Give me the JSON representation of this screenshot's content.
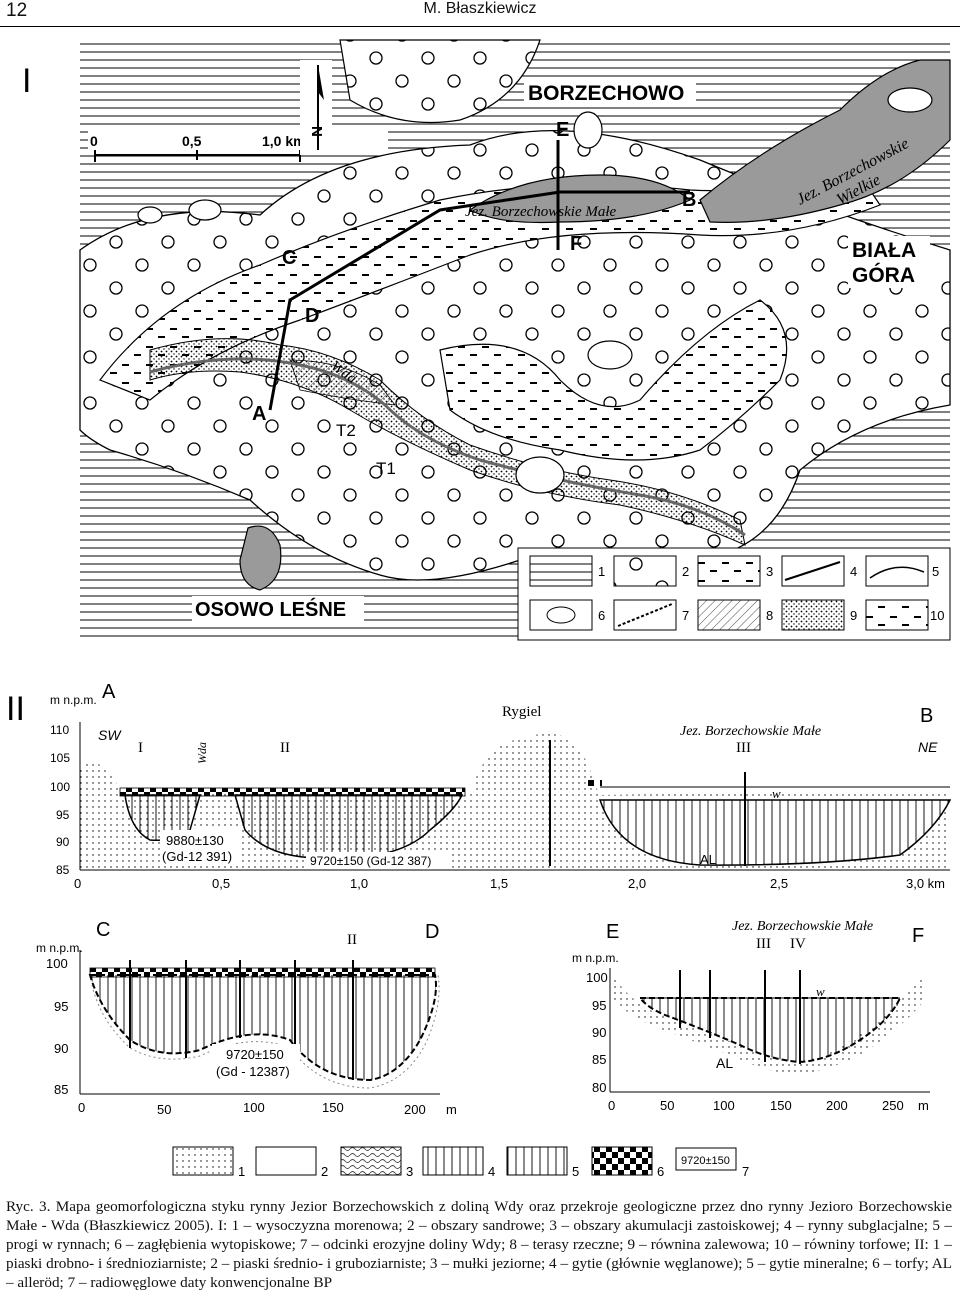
{
  "header": {
    "page_number": "12",
    "running_head": "M. Błaszkiewicz"
  },
  "panel_I": {
    "label": "I",
    "scale": {
      "zero": "0",
      "mid": "0,5",
      "end": "1,0 km"
    },
    "north": "N",
    "places": {
      "borzechowo": "BORZECHOWO",
      "biala": "BIAŁA",
      "gora": "GÓRA",
      "osowo": "OSOWO LEŚNE"
    },
    "lakes": {
      "male": "Jez. Borzechowskie Małe",
      "wielkie1": "Jez. Borzechowskie",
      "wielkie2": "Wielkie"
    },
    "river": "Wda",
    "points": {
      "A": "A",
      "B": "B",
      "C": "C",
      "D": "D",
      "E": "E",
      "F": "F",
      "T1": "T1",
      "T2": "T2"
    },
    "legend": [
      "1",
      "2",
      "3",
      "4",
      "5",
      "6",
      "7",
      "8",
      "9",
      "10"
    ]
  },
  "panel_II": {
    "label": "II",
    "ab": {
      "yunit": "m n.p.m.",
      "A": "A",
      "B": "B",
      "SW": "SW",
      "NE": "NE",
      "yticks": [
        "110",
        "105",
        "100",
        "95",
        "90",
        "85"
      ],
      "xticks": [
        "0",
        "0,5",
        "1,0",
        "1,5",
        "2,0",
        "2,5",
        "3,0 km"
      ],
      "rygiel": "Rygiel",
      "lake": "Jez. Borzechowskie Małe",
      "r_I": "I",
      "r_II": "II",
      "r_III": "III",
      "wda": "Wda",
      "w": "w",
      "AL": "AL",
      "date1a": "9880±130",
      "date1b": "(Gd-12 391)",
      "date2": "9720±150  (Gd-12 387)"
    },
    "cd": {
      "yunit": "m n.p.m.",
      "C": "C",
      "D": "D",
      "r_II": "II",
      "yticks": [
        "100",
        "95",
        "90",
        "85"
      ],
      "xticks": [
        "0",
        "50",
        "100",
        "150",
        "200"
      ],
      "xunit": "m",
      "date1": "9720±150",
      "date2": "(Gd - 12387)"
    },
    "ef": {
      "yunit": "m n.p.m.",
      "E": "E",
      "F": "F",
      "lake": "Jez. Borzechowskie Małe",
      "r_III": "III",
      "r_IV": "IV",
      "w": "w",
      "AL": "AL",
      "yticks": [
        "100",
        "95",
        "90",
        "85",
        "80"
      ],
      "xticks": [
        "0",
        "50",
        "100",
        "150",
        "200",
        "250"
      ],
      "xunit": "m"
    },
    "legend": [
      "1",
      "2",
      "3",
      "4",
      "5",
      "6",
      "7"
    ],
    "legend_date": "9720±150"
  },
  "caption": "Ryc. 3. Mapa geomorfologiczna styku rynny Jezior Borzechowskich z doliną Wdy oraz przekroje geologiczne przez dno rynny Jezioro Borzechowskie Małe - Wda (Błaszkiewicz 2005). I: 1 – wysoczyzna morenowa; 2 – obszary sandrowe; 3 – obszary akumulacji zastoiskowej; 4 – rynny subglacjalne; 5 – progi w rynnach; 6 – zagłębienia wytopiskowe; 7 – odcinki erozyjne doliny Wdy; 8 – terasy rzeczne; 9 – równina zalewowa; 10 – równiny torfowe; II: 1 – piaski drobno- i średnioziarniste; 2 – piaski średnio- i gruboziarniste; 3 – mułki jeziorne; 4 – gytie (głównie węglanowe); 5 – gytie mineralne; 6 – torfy; AL – alleröd; 7 – radiowęglowe daty konwencjonalne BP"
}
